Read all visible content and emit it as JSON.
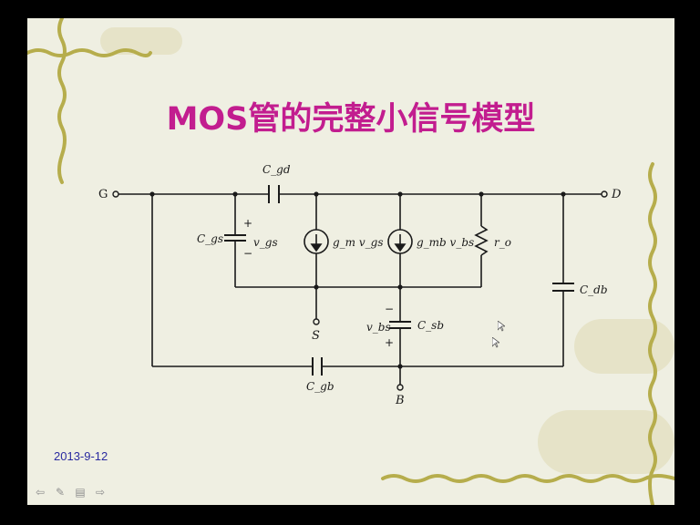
{
  "slide": {
    "title": "MOS管的完整小信号模型",
    "date": "2013-9-12",
    "nav_icons": [
      "back-arrow-icon",
      "pen-icon",
      "menu-icon",
      "forward-arrow-icon"
    ]
  },
  "circuit": {
    "terminals": {
      "gate": "G",
      "drain": "D",
      "source": "S",
      "body": "B"
    },
    "components": {
      "cgd": "C_gd",
      "cgs": "C_gs",
      "vgs": "v_gs",
      "gm_source": "g_m v_gs",
      "gmb_source": "g_mb v_bs",
      "ro": "r_o",
      "cdb": "C_db",
      "vbs": "v_bs",
      "csb": "C_sb",
      "cgb": "C_gb"
    },
    "polarity": {
      "plus": "+",
      "minus": "−"
    }
  },
  "colors": {
    "title": "#c21d8f",
    "date": "#2a2aa0",
    "wire": "#1a1a1a",
    "vine": "#b6ad4c"
  }
}
